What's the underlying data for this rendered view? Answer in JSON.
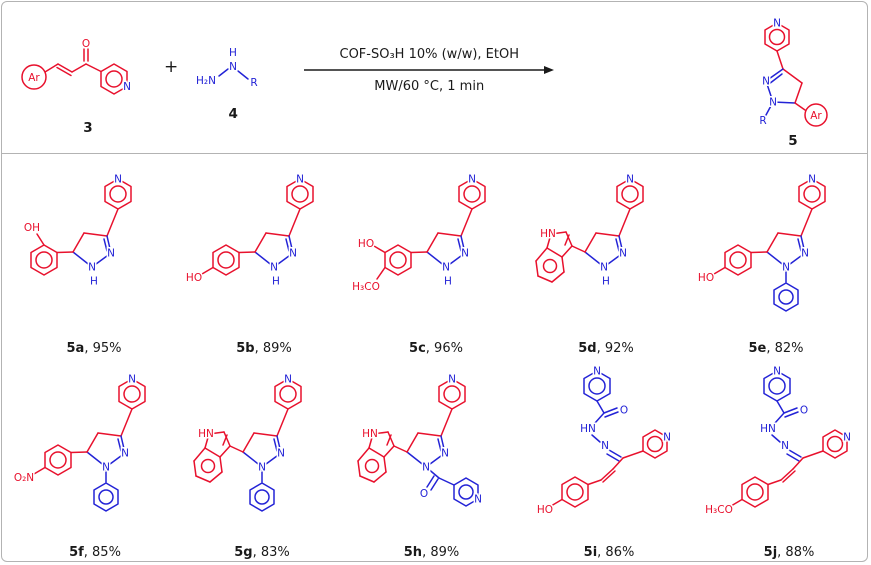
{
  "colors": {
    "red": "#e8112d",
    "blue": "#2323d6",
    "black": "#1a1a1a",
    "border": "#b3b3b3"
  },
  "scheme": {
    "reactant3": {
      "number": "3",
      "ar": "Ar",
      "o": "O",
      "pyridine_n": "N"
    },
    "plus": "+",
    "reactant4": {
      "number": "4",
      "h2n": "H₂N",
      "h": "H",
      "n": "N",
      "r": "R"
    },
    "conditions": {
      "line1": "COF-SO₃H 10% (w/w), EtOH",
      "line2": "MW/60 °C, 1 min"
    },
    "product5": {
      "number": "5",
      "pyridine_n": "N",
      "n2": "N",
      "n1": "N",
      "r": "R",
      "ar": "Ar"
    }
  },
  "products": [
    {
      "id": "5a",
      "yield_suffix": ", 95%",
      "yield_pct": 95,
      "labels": {
        "pyridine_n": "N",
        "n2": "N",
        "n1": "N",
        "h": "H",
        "oh": "OH"
      }
    },
    {
      "id": "5b",
      "yield_suffix": ", 89%",
      "yield_pct": 89,
      "labels": {
        "pyridine_n": "N",
        "n2": "N",
        "n1": "N",
        "h": "H",
        "ho": "HO"
      }
    },
    {
      "id": "5c",
      "yield_suffix": ", 96%",
      "yield_pct": 96,
      "labels": {
        "pyridine_n": "N",
        "n2": "N",
        "n1": "N",
        "h": "H",
        "ho": "HO",
        "h3co": "H₃CO"
      }
    },
    {
      "id": "5d",
      "yield_suffix": ", 92%",
      "yield_pct": 92,
      "labels": {
        "pyridine_n": "N",
        "n2": "N",
        "n1": "N",
        "h": "H",
        "hn": "HN"
      }
    },
    {
      "id": "5e",
      "yield_suffix": ", 82%",
      "yield_pct": 82,
      "labels": {
        "pyridine_n": "N",
        "n2": "N",
        "n1": "N",
        "ho": "HO"
      }
    },
    {
      "id": "5f",
      "yield_suffix": ", 85%",
      "yield_pct": 85,
      "labels": {
        "pyridine_n": "N",
        "n2": "N",
        "n1": "N",
        "o2n": "O₂N"
      }
    },
    {
      "id": "5g",
      "yield_suffix": ", 83%",
      "yield_pct": 83,
      "labels": {
        "pyridine_n": "N",
        "n2": "N",
        "n1": "N",
        "hn": "HN"
      }
    },
    {
      "id": "5h",
      "yield_suffix": ", 89%",
      "yield_pct": 89,
      "labels": {
        "pyridine_n": "N",
        "n2": "N",
        "n1": "N",
        "hn": "HN",
        "o": "O",
        "acyl_pyridine_n": "N"
      }
    },
    {
      "id": "5i",
      "yield_suffix": ", 86%",
      "yield_pct": 86,
      "labels": {
        "top_pyridine_n": "N",
        "o": "O",
        "hn": "HN",
        "n": "N",
        "right_pyridine_n": "N",
        "ho": "HO"
      }
    },
    {
      "id": "5j",
      "yield_suffix": ", 88%",
      "yield_pct": 88,
      "labels": {
        "top_pyridine_n": "N",
        "o": "O",
        "hn": "HN",
        "n": "N",
        "right_pyridine_n": "N",
        "h3co": "H₃CO"
      }
    }
  ]
}
